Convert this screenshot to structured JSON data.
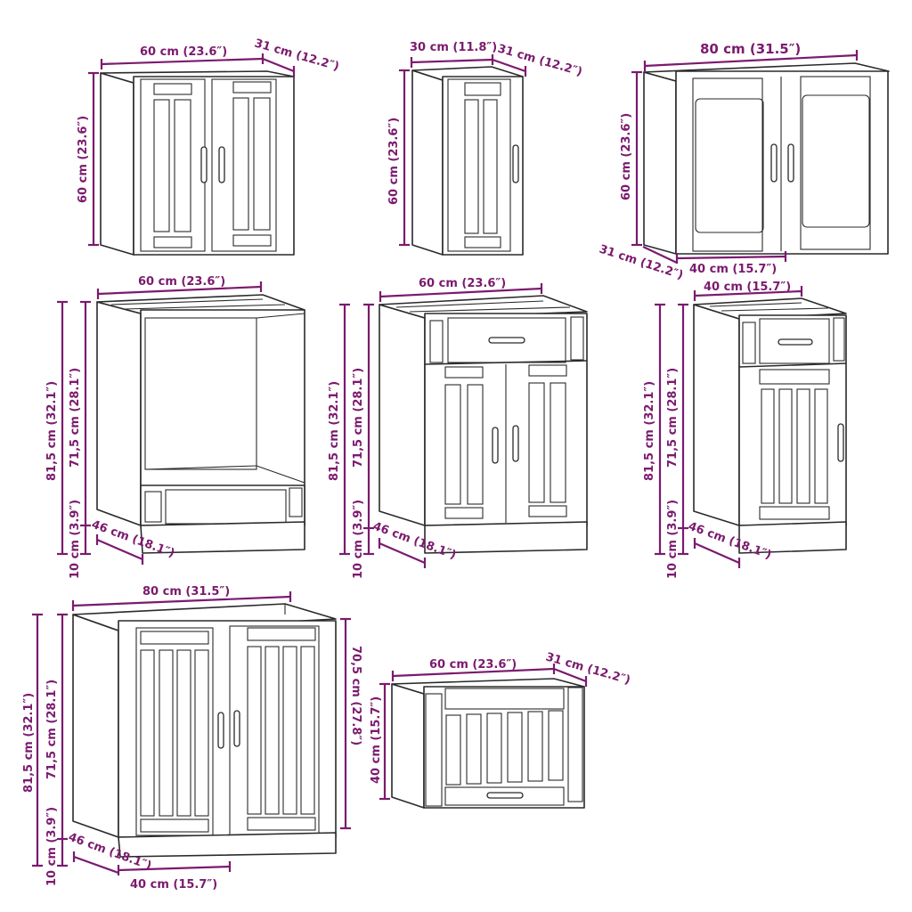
{
  "colors": {
    "dimension": "#7b1a6e",
    "outline": "#2a2a2a",
    "background": "#ffffff"
  },
  "cabinets": [
    {
      "id": "wall-60-double-door",
      "type": "wall cabinet, 2 doors",
      "width": "60 cm (23.6″)",
      "depth": "31 cm (12.2″)",
      "height": "60 cm (23.6″)"
    },
    {
      "id": "wall-30-single-door",
      "type": "wall cabinet, 1 door",
      "width": "30 cm (11.8″)",
      "depth": "31 cm (12.2″)",
      "height": "60 cm (23.6″)"
    },
    {
      "id": "wall-80-glass-doors",
      "type": "wall cabinet, 2 glass doors",
      "width": "80 cm (31.5″)",
      "depth": "31 cm (12.2″)",
      "height": "60 cm (23.6″)",
      "door_width": "40 cm (15.7″)"
    },
    {
      "id": "base-60-oven-housing",
      "type": "oven base cabinet",
      "width": "60 cm (23.6″)",
      "depth": "46 cm (18.1″)",
      "total_height": "81,5 cm (32.1″)",
      "body_height": "71,5 cm (28.1″)",
      "plinth_height": "10 cm (3.9″)"
    },
    {
      "id": "base-60-drawer-2-doors",
      "type": "base cabinet, drawer + 2 doors",
      "width": "60 cm (23.6″)",
      "depth": "46 cm (18.1″)",
      "total_height": "81,5 cm (32.1″)",
      "body_height": "71,5 cm (28.1″)",
      "plinth_height": "10 cm (3.9″)"
    },
    {
      "id": "base-40-drawer-door",
      "type": "base cabinet, drawer + 1 door",
      "width": "40 cm (15.7″)",
      "depth": "46 cm (18.1″)",
      "total_height": "81,5 cm (32.1″)",
      "body_height": "71,5 cm (28.1″)",
      "plinth_height": "10 cm (3.9″)"
    },
    {
      "id": "sink-base-80",
      "type": "sink base cabinet, 2 doors",
      "width": "80 cm (31.5″)",
      "depth": "46 cm (18.1″)",
      "total_height": "81,5 cm (32.1″)",
      "body_height": "71,5 cm (28.1″)",
      "plinth_height": "10 cm (3.9″)",
      "inner_height": "70,5 cm (27.8″)",
      "door_width": "40 cm (15.7″)"
    },
    {
      "id": "wall-60-hood",
      "type": "hood / lift-up wall cabinet",
      "width": "60 cm (23.6″)",
      "depth": "31 cm (12.2″)",
      "height": "40 cm (15.7″)"
    }
  ]
}
